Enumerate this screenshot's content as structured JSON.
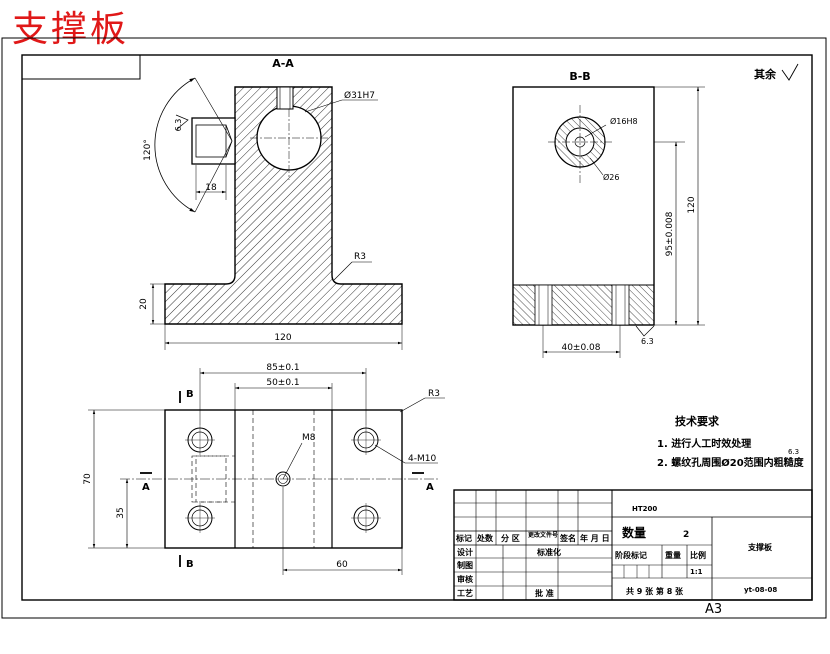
{
  "title": "支撑板",
  "sheet_size": "A3",
  "roughness_note": "其余",
  "section_labels": {
    "aa": "A-A",
    "bb": "B-B"
  },
  "aa_view": {
    "dim_bore": "Ø31H7",
    "dim_angle": "120°",
    "dim_roughness": "6.3",
    "dim_18": "18",
    "dim_20": "20",
    "dim_120": "120",
    "dim_r3": "R3"
  },
  "bb_view": {
    "dim_bore": "Ø16H8",
    "dim_small": "Ø26",
    "dim_95": "95±0.008",
    "dim_120": "120",
    "dim_40": "40±0.08",
    "dim_roughness": "6.3"
  },
  "plan_view": {
    "dim_85": "85±0.1",
    "dim_50": "50±0.1",
    "dim_r3": "R3",
    "dim_m8": "M8",
    "dim_4m10": "4-M10",
    "dim_70": "70",
    "dim_35": "35",
    "dim_60": "60",
    "cut_a": "A",
    "cut_b": "B"
  },
  "tech_requirements": {
    "heading": "技术要求",
    "items": [
      "1. 进行人工时效处理",
      "2. 螺纹孔周围Ø20范围内粗糙度"
    ],
    "roughness": "6.3"
  },
  "title_block": {
    "material": "HT200",
    "quantity_label": "数量",
    "quantity_value": "2",
    "part_name": "支撑板",
    "stage_mark_label": "阶段标记",
    "weight_label": "重量",
    "scale_label": "比例",
    "scale_value": "1:1",
    "sheets_text": "共 9 张  第 8 张",
    "drawing_no": "yt-08-08",
    "row_labels": [
      "标记",
      "处数",
      "分 区",
      "更改文件号",
      "签名",
      "年 月 日"
    ],
    "left_labels": [
      "设计",
      "制图",
      "审核",
      "工艺"
    ],
    "std_label": "标准化",
    "approve_label": "批 准"
  }
}
